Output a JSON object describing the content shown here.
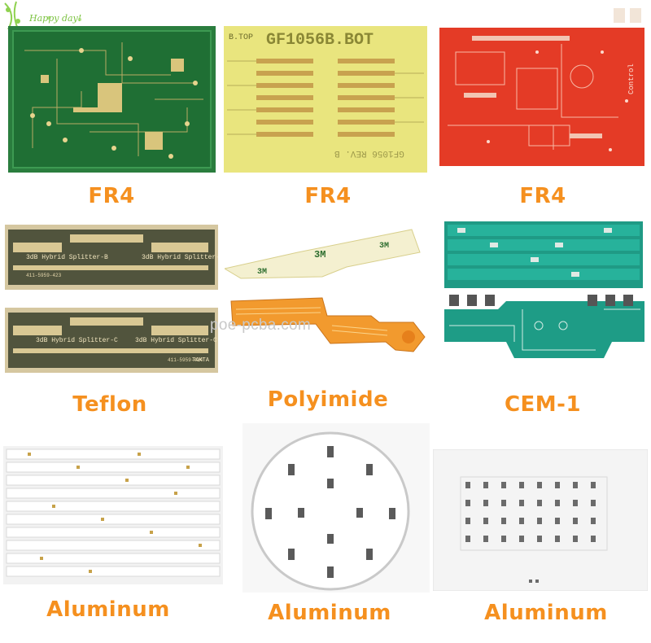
{
  "badge": {
    "text": "Happy day!"
  },
  "watermark": "poe-pcba.com",
  "labels": {
    "r1c1": "FR4",
    "r1c2": "FR4",
    "r1c3": "FR4",
    "r2c1": "Teflon",
    "r2c2": "Polyimide",
    "r2c3": "CEM-1",
    "r3c1": "Aluminum",
    "r3c2": "Aluminum",
    "r3c3": "Aluminum"
  },
  "board_text": {
    "gf_top": "GF1056B.BOT",
    "gf_top_small": "B.TOP",
    "gf_rev": "GF1056 REV. B",
    "splitter_b": "3dB Hybrid Splitter-B",
    "splitter_c": "3dB Hybrid Splitter-C",
    "takta": "TAKTA",
    "part_1": "411-5959-423",
    "part_2": "411-5959-424",
    "brand_3m": "3M",
    "control": "Control"
  },
  "colors": {
    "label_orange": "#f5901f",
    "fr4_green": "#1f7a3a",
    "fr4_yellow": "#e6e27a",
    "fr4_red": "#e23a25",
    "teflon_gold": "#c7b58a",
    "polyimide_orange": "#f29a2e",
    "cem1_teal": "#1e9c86",
    "aluminum_white": "#f4f4f4"
  }
}
